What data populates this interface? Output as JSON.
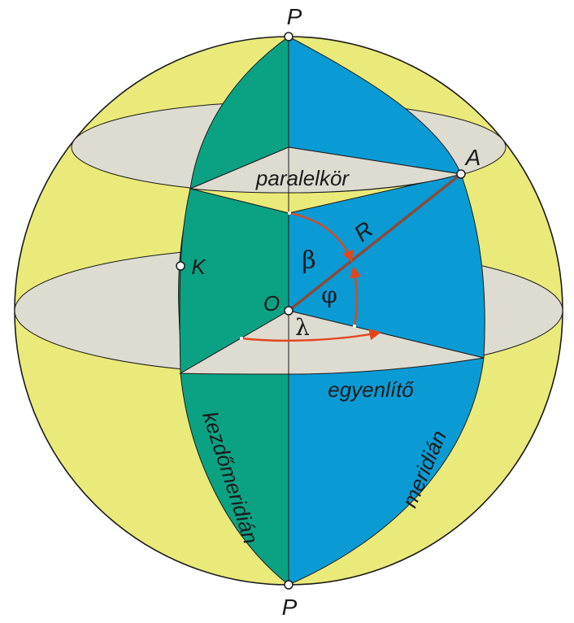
{
  "labels": {
    "pole_top": "P",
    "pole_bottom": "P",
    "point_a": "A",
    "point_k": "K",
    "point_o": "O",
    "radius": "R",
    "beta": "β",
    "phi": "φ",
    "lambda": "λ",
    "parallel_circle": "paralelkör",
    "equator": "egyenlítő",
    "prime_meridian": "kezdőmeridián",
    "meridian": "meridián"
  },
  "colors": {
    "sphere": "#eaea7a",
    "plane": "#dedbd0",
    "prime_meridian_fill": "#0aa283",
    "meridian_fill": "#0a9bd4",
    "radius_line": "#8a4a3c",
    "arrow": "#e2451e",
    "outline": "#1a1a1a"
  }
}
